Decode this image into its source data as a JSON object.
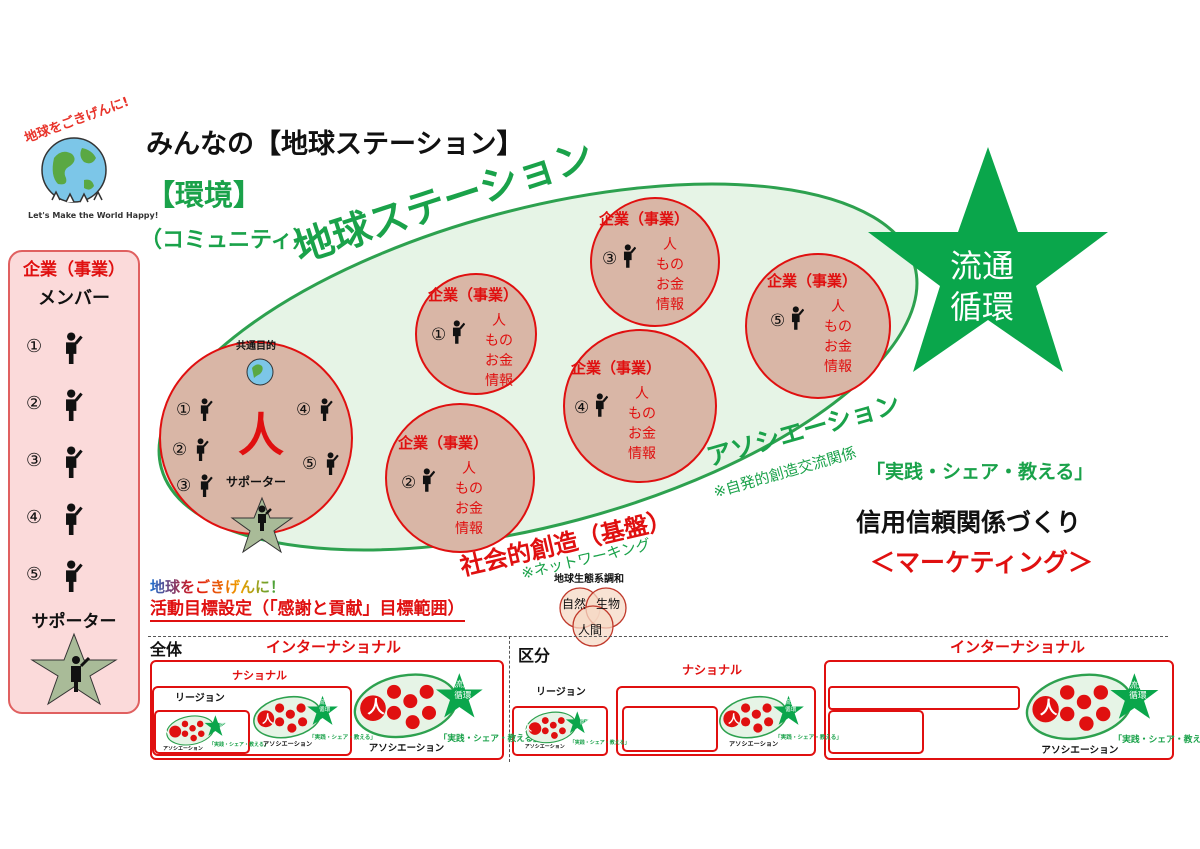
{
  "title": "みんなの【地球ステーション】",
  "logo": {
    "arc_text": "地球をごきげんに!",
    "slogan": "Let's Make the World Happy!"
  },
  "environment": {
    "label": "【環境】",
    "sub": "（コミュニティ）"
  },
  "member_panel": {
    "company": "企業（事業）",
    "members_label": "メンバー",
    "members": [
      "①",
      "②",
      "③",
      "④",
      "⑤"
    ],
    "supporter_label": "サポーター"
  },
  "station_label": "地球ステーション",
  "star_label": {
    "line1": "流通",
    "line2": "循環"
  },
  "companies": [
    {
      "title": "企業（事業）",
      "num": "①",
      "res": [
        "人",
        "もの",
        "お金",
        "情報"
      ]
    },
    {
      "title": "企業（事業）",
      "num": "②",
      "res": [
        "人",
        "もの",
        "お金",
        "情報"
      ]
    },
    {
      "title": "企業（事業）",
      "num": "③",
      "res": [
        "人",
        "もの",
        "お金",
        "情報"
      ]
    },
    {
      "title": "企業（事業）",
      "num": "④",
      "res": [
        "人",
        "もの",
        "お金",
        "情報"
      ]
    },
    {
      "title": "企業（事業）",
      "num": "⑤",
      "res": [
        "人",
        "もの",
        "お金",
        "情報"
      ]
    }
  ],
  "center": {
    "common_goal": "共通目的",
    "person": "人",
    "members": [
      "①",
      "②",
      "③",
      "④",
      "⑤"
    ],
    "supporter": "サポーター"
  },
  "association": {
    "title": "アソシエーション",
    "note": "※自発的創造交流関係",
    "social": "社会的創造（基盤）",
    "network_note": "※ネットワーキング"
  },
  "marketing": {
    "practice": "「実践・シェア・教える」",
    "trust": "信用信頼関係づくり",
    "mk": "＜マーケティング＞"
  },
  "goals": {
    "line1": "地球をごきげんに！",
    "line2": "活動目標設定（「感謝と貢献」目標範囲）"
  },
  "venn": {
    "title": "地球生態系調和",
    "a": "自然",
    "b": "生物",
    "c": "人間"
  },
  "scope": {
    "all": "全体",
    "division": "区分",
    "international": "インターナショナル",
    "national": "ナショナル",
    "region": "リージョン",
    "association": "アソシエーション",
    "practice": "「実践・シェア・教える」",
    "person": "人",
    "star1": "流通",
    "star2": "循環"
  },
  "colors": {
    "red": "#e01010",
    "green": "#1aa24a",
    "pink_bg": "#fbdada",
    "circle_fill": "#d9b6a6",
    "ellipse_fill": "#e6f4e6"
  }
}
